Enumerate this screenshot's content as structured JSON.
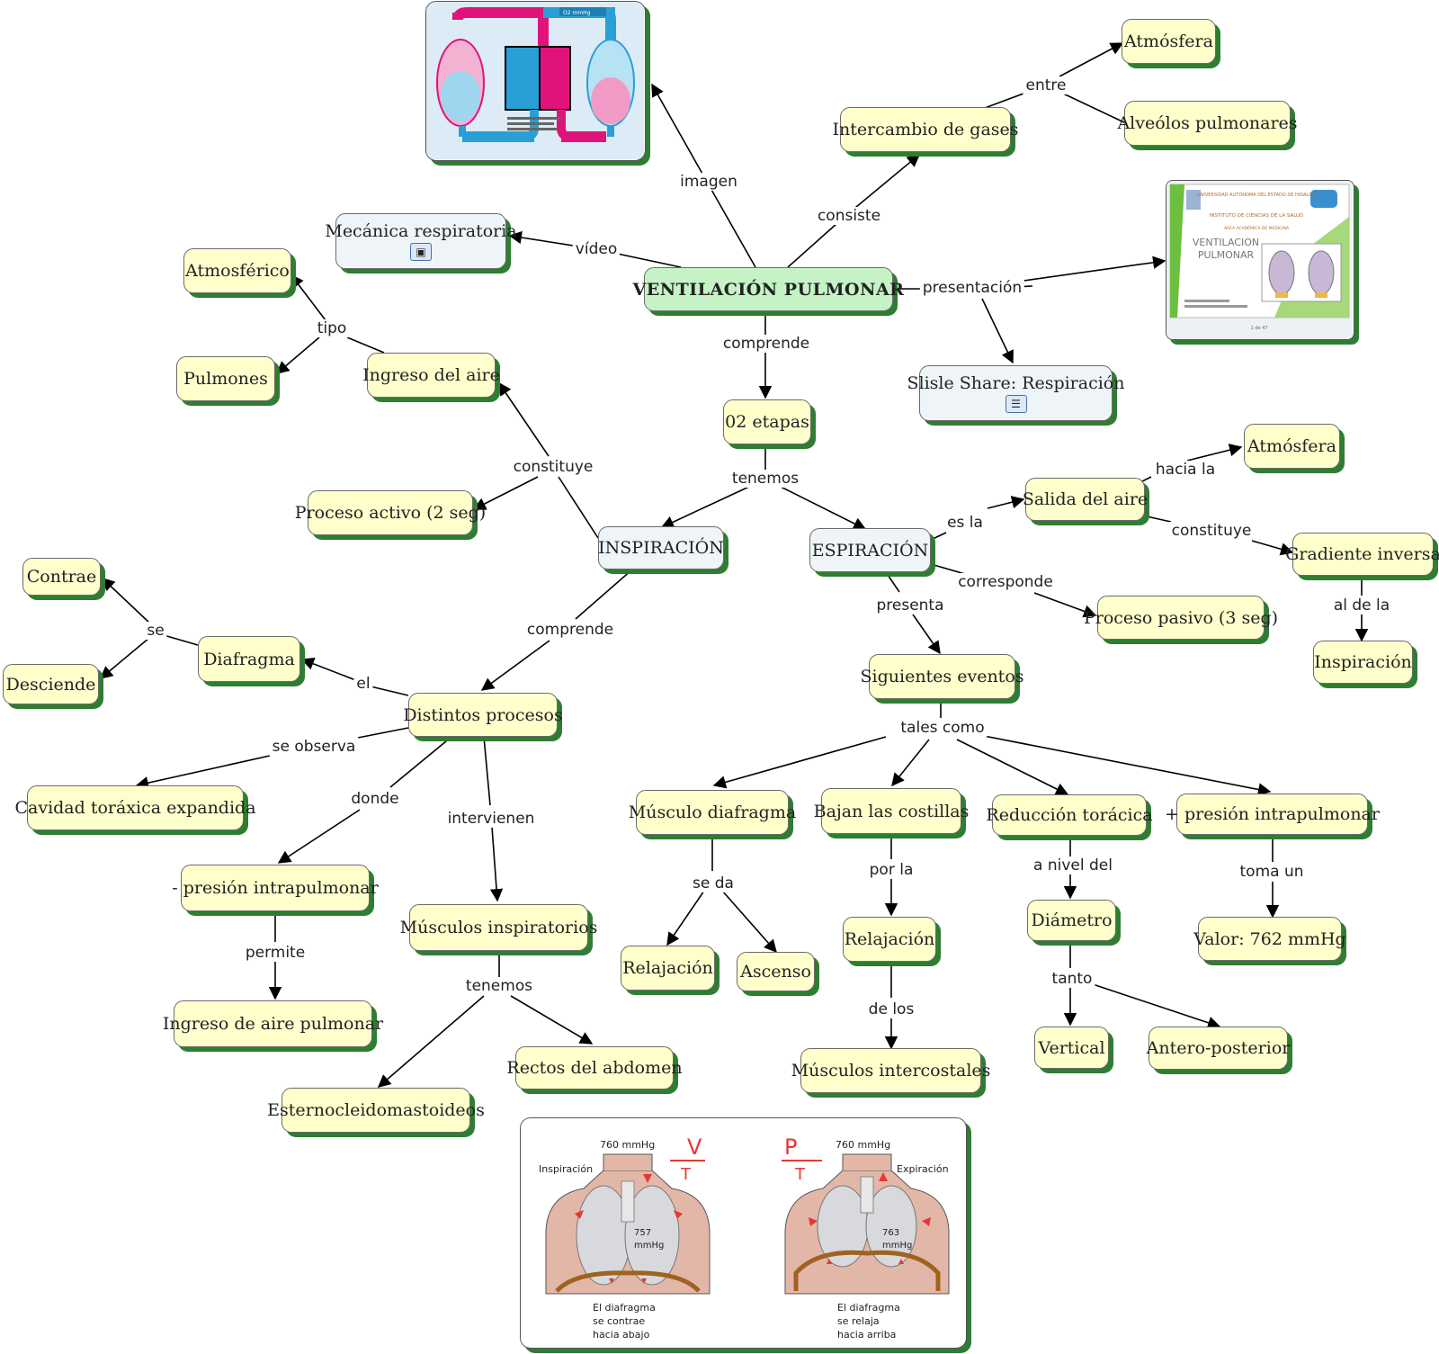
{
  "map": {
    "root": "VENTILACIÓN PULMONAR",
    "nodes": {
      "mecanica": "Mecánica respiratoria",
      "intercambio": "Intercambio de gases",
      "atmosfera1": "Atmósfera",
      "alveolos": "Alveólos pulmonares",
      "slideshare": "Slisle Share: Respiración",
      "etapas": "02 etapas",
      "atmosferico": "Atmosférico",
      "pulmones": "Pulmones",
      "ingreso_aire": "Ingreso del aire",
      "proceso_activo": "Proceso activo (2 seg)",
      "inspiracion": "INSPIRACIÓN",
      "espiracion": "ESPIRACIÓN",
      "salida_aire": "Salida del aire",
      "atmosfera2": "Atmósfera",
      "gradiente": "Gradiente inversa",
      "inspiracion2": "Inspiración",
      "proceso_pasivo": "Proceso pasivo (3 seg)",
      "siguientes": "Siguientes eventos",
      "contrae": "Contrae",
      "desciende": "Desciende",
      "diafragma": "Diafragma",
      "distintos": "Distintos procesos",
      "cavidad": "Cavidad toráxica expandida",
      "menos_presion": "- presión intrapulmonar",
      "ingreso_pulmonar": "Ingreso de aire pulmonar",
      "musculos_insp": "Músculos inspiratorios",
      "rectos": "Rectos del abdomen",
      "esterno": "Esternocleidomastoideos",
      "musculo_diafragma": "Músculo diafragma",
      "bajan": "Bajan las costillas",
      "reduccion": "Reducción torácica",
      "mas_presion": "+ presión intrapulmonar",
      "relajacion1": "Relajación",
      "ascenso": "Ascenso",
      "relajacion2": "Relajación",
      "intercostales": "Músculos intercostales",
      "diametro": "Diámetro",
      "vertical": "Vertical",
      "antero": "Antero-posterior",
      "valor": "Valor: 762 mmHg"
    },
    "labels": {
      "imagen": "imagen",
      "video": "vídeo",
      "consiste": "consiste",
      "entre": "entre",
      "presentacion": "presentación",
      "comprende1": "comprende",
      "tenemos1": "tenemos",
      "tipo": "tipo",
      "constituye1": "constituye",
      "comprende2": "comprende",
      "se": "se",
      "el": "el",
      "se_observa": "se observa",
      "donde": "donde",
      "intervienen": "intervienen",
      "permite": "permite",
      "tenemos2": "tenemos",
      "es_la": "es la",
      "hacia_la": "hacia la",
      "constituye2": "constituye",
      "al_de_la": "al de la",
      "corresponde": "corresponde",
      "presenta": "presenta",
      "tales_como": "tales como",
      "se_da": "se da",
      "por_la": "por la",
      "de_los": "de los",
      "a_nivel_del": "a nivel del",
      "tanto": "tanto",
      "toma_un": "toma un"
    },
    "icons": {
      "video": "film-icon",
      "slideshare": "document-icon"
    }
  },
  "circulation_image": {
    "header_right": "O2 mmHg"
  },
  "slide_image": {
    "university": "UNIVERSIDAD AUTÓNOMA DEL ESTADO DE HIDALGO",
    "institute": "INSTITUTO DE CIENCIAS DE LA SALUD",
    "area": "ÁREA ACADÉMICA DE MEDICINA",
    "title_line1": "VENTILACION",
    "title_line2": "PULMONAR",
    "pager": "1 de 47"
  },
  "breathing_image": {
    "left_pressure": "760 mmHg",
    "left_label": "Inspiración",
    "left_formula_top": "V",
    "left_formula_bottom": "T",
    "left_lung_p1": "757",
    "left_lung_p2": "mmHg",
    "left_caption1": "El diafragma",
    "left_caption2": "se contrae",
    "left_caption3": "hacia abajo",
    "right_pressure": "760 mmHg",
    "right_label": "Expiración",
    "right_formula_top": "P",
    "right_formula_bottom": "T",
    "right_lung_p1": "763",
    "right_lung_p2": "mmHg",
    "right_caption1": "El diafragma",
    "right_caption2": "se relaja",
    "right_caption3": "hacia arriba",
    "colors": {
      "red": "#e53935",
      "skin": "#e3b7a8",
      "diaphragm": "#a0621f"
    }
  }
}
